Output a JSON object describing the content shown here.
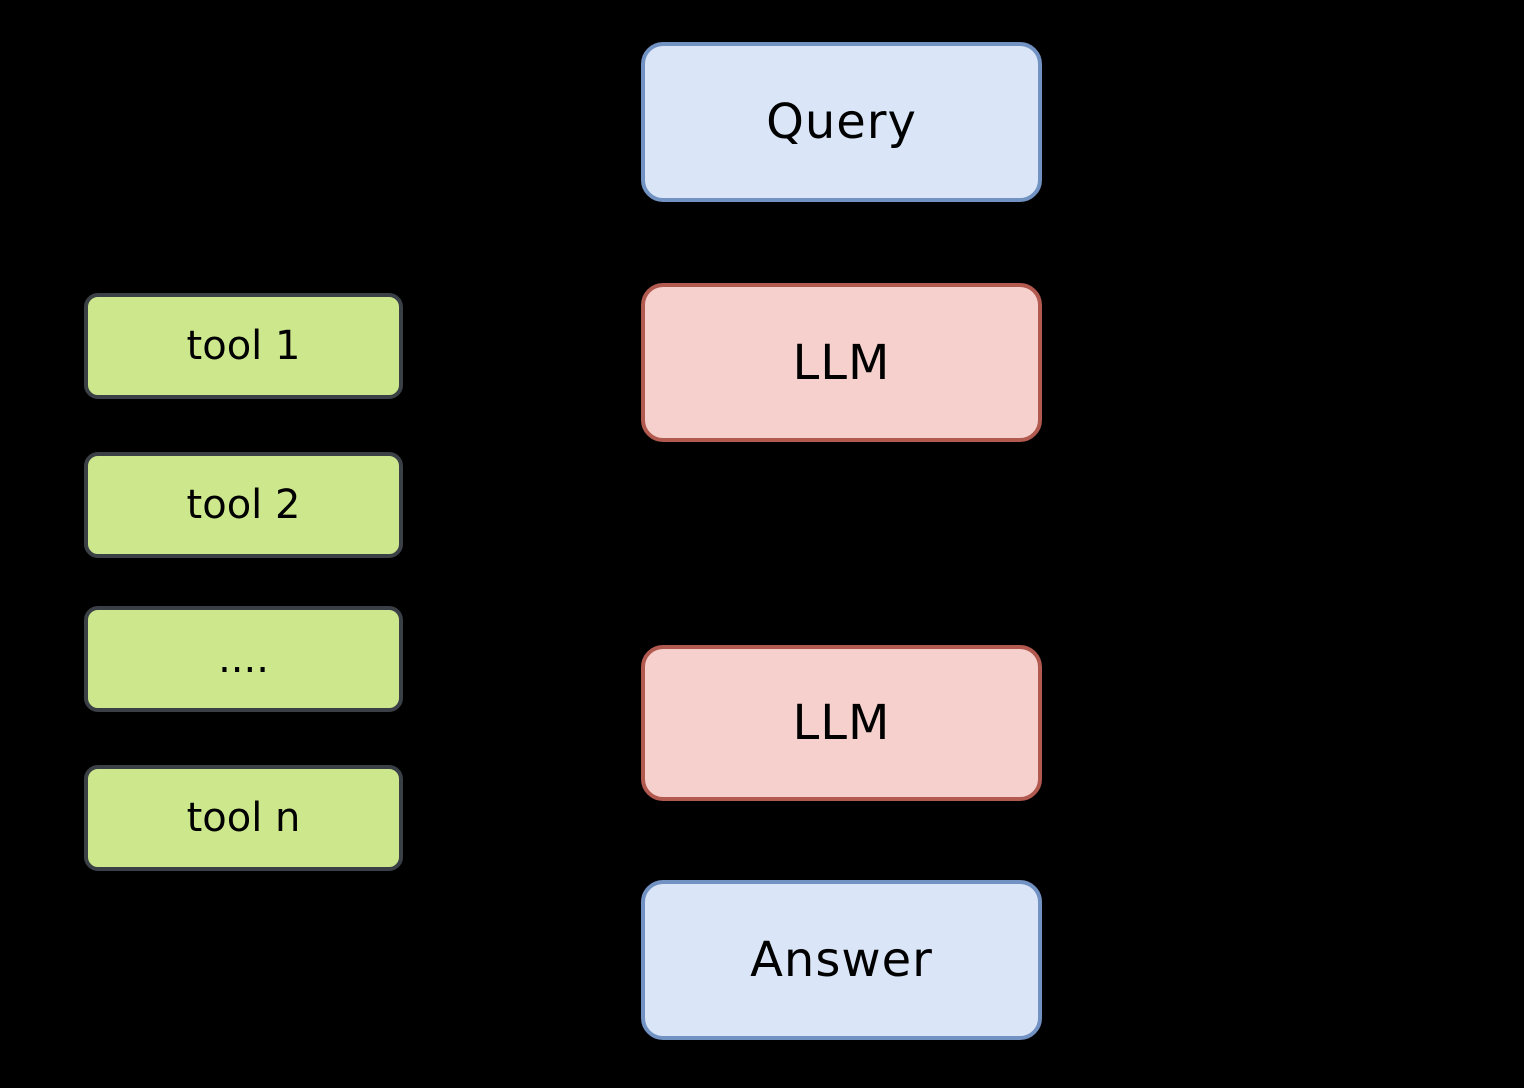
{
  "colors": {
    "background": "#000000",
    "text": "#000000",
    "blue_fill": "#dae6f7",
    "blue_stroke": "#7292c3",
    "red_fill": "#f6d0cc",
    "red_stroke": "#b25950",
    "green_fill": "#cde88c",
    "green_stroke": "#3a4045"
  },
  "nodes": {
    "query": {
      "label": "Query"
    },
    "llm_top": {
      "label": "LLM"
    },
    "llm_bottom": {
      "label": "LLM"
    },
    "answer": {
      "label": "Answer"
    },
    "tool_1": {
      "label": "tool 1"
    },
    "tool_2": {
      "label": "tool 2"
    },
    "tool_dots": {
      "label": "...."
    },
    "tool_n": {
      "label": "tool n"
    }
  }
}
